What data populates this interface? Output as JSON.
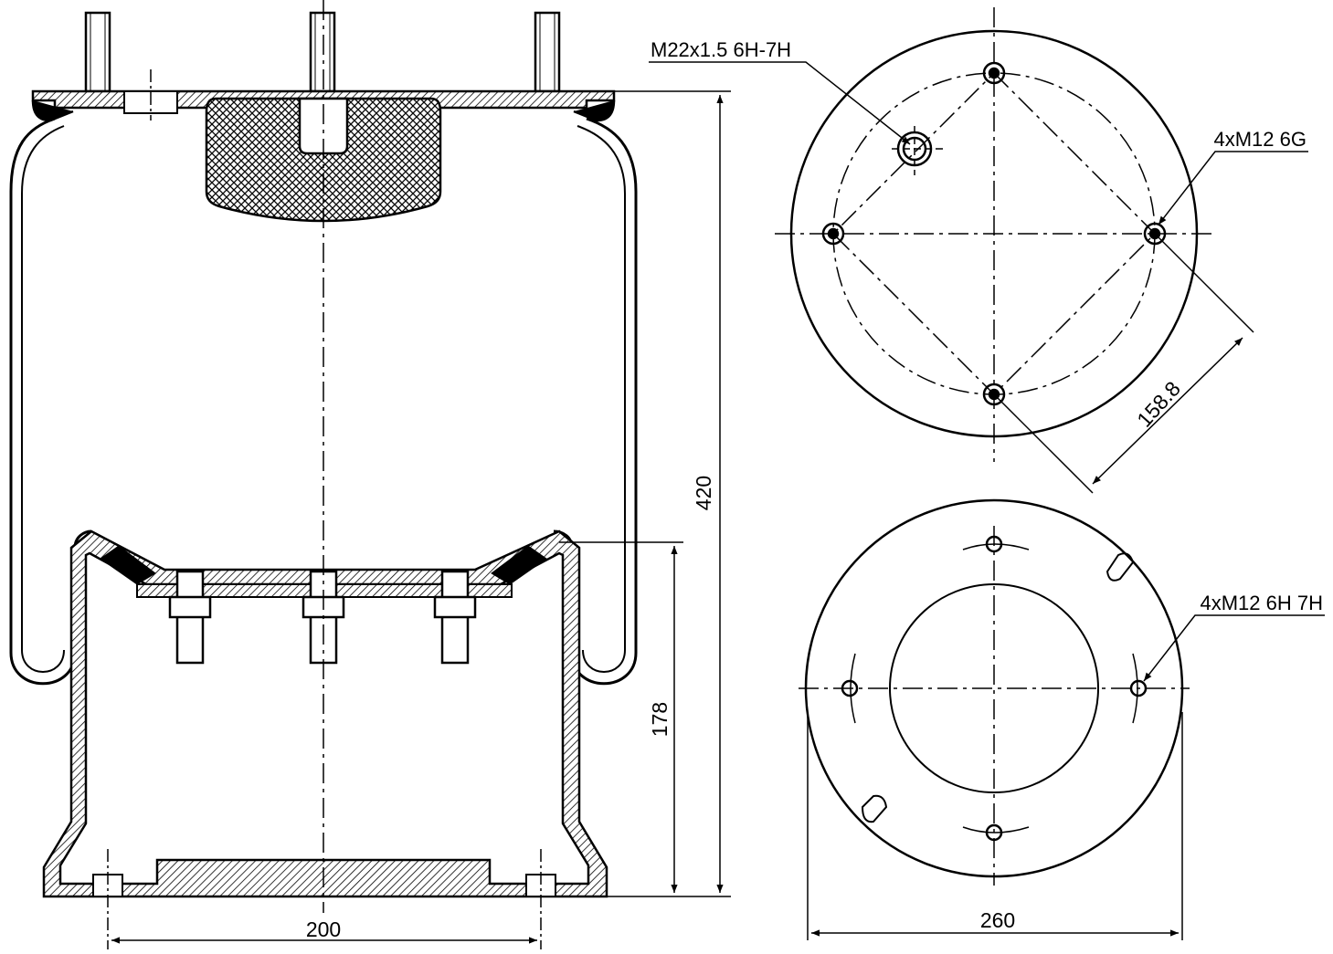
{
  "dimensions": {
    "overall_height": "420",
    "piston_height": "178",
    "bottom_bolt_spacing": "200",
    "bottom_plate_diameter": "260",
    "top_bolt_square": "158.8"
  },
  "callouts": {
    "air_inlet_thread": "M22x1.5 6H-7H",
    "top_stud_thread": "4xM12 6G",
    "bottom_hole_thread": "4xM12 6H 7H"
  }
}
